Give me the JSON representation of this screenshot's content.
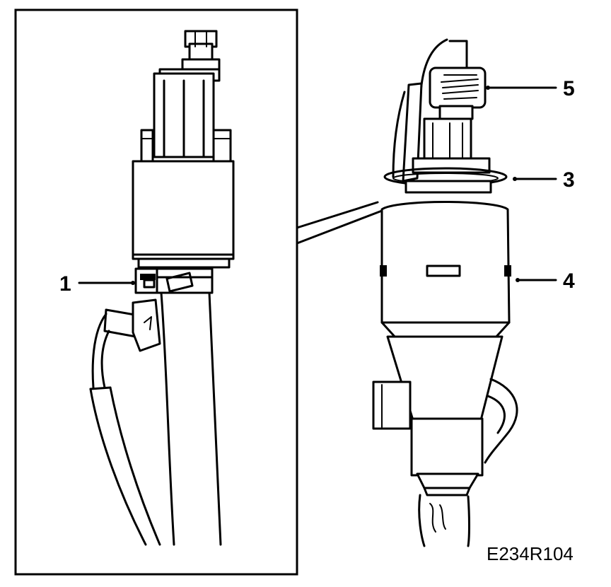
{
  "callouts": {
    "c1": "1",
    "c3": "3",
    "c4": "4",
    "c5": "5"
  },
  "figure_code": "E234R104",
  "colors": {
    "ink": "#000000",
    "paper": "#ffffff"
  }
}
